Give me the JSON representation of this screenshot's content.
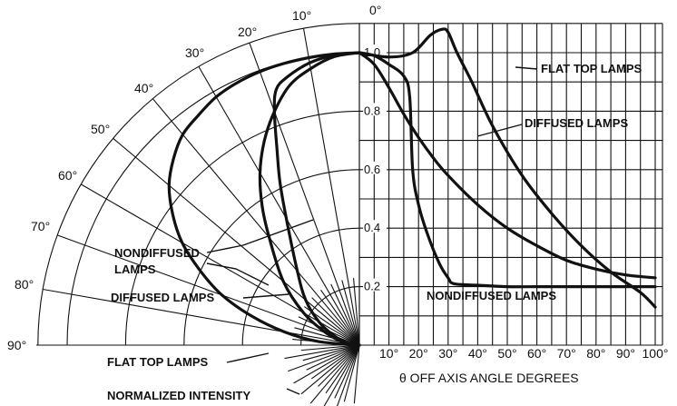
{
  "chart_data": {
    "type": "line",
    "polar_plot": {
      "angle_labels": [
        "0°",
        "10°",
        "20°",
        "30°",
        "40°",
        "50°",
        "60°",
        "70°",
        "80°",
        "90°"
      ],
      "angle_values": [
        0,
        10,
        20,
        30,
        40,
        50,
        60,
        70,
        80,
        90
      ],
      "intensity_labels": [
        "1.0",
        "0.8",
        "0.6",
        "0.4",
        "0.2"
      ],
      "intensity_values": [
        1.0,
        0.8,
        0.6,
        0.4,
        0.2
      ],
      "radial_range": [
        0,
        1.0
      ]
    },
    "cartesian_plot": {
      "xlabel": "θ OFF AXIS ANGLE    DEGREES",
      "x_ticks": [
        "10°",
        "20°",
        "30°",
        "40°",
        "50°",
        "60°",
        "70°",
        "80°",
        "90°",
        "100°"
      ],
      "x_tick_values": [
        10,
        20,
        30,
        40,
        50,
        60,
        70,
        80,
        90,
        100
      ],
      "xlim": [
        0,
        100
      ],
      "ylim": [
        0,
        1.1
      ],
      "grid": true
    },
    "ylabel": "NORMALIZED INTENSITY",
    "series": [
      {
        "name": "FLAT TOP LAMPS",
        "x": [
          0,
          10,
          18,
          24,
          28,
          30,
          33,
          38,
          45,
          55,
          65,
          75,
          85,
          95,
          100
        ],
        "y": [
          1.0,
          0.985,
          1.0,
          1.06,
          1.08,
          1.07,
          1.0,
          0.9,
          0.75,
          0.58,
          0.45,
          0.34,
          0.25,
          0.18,
          0.13
        ]
      },
      {
        "name": "DIFFUSED LAMPS",
        "x": [
          0,
          5,
          10,
          15,
          20,
          25,
          30,
          40,
          50,
          60,
          70,
          80,
          90,
          100
        ],
        "y": [
          1.0,
          0.96,
          0.88,
          0.79,
          0.71,
          0.64,
          0.58,
          0.48,
          0.4,
          0.34,
          0.29,
          0.26,
          0.24,
          0.23
        ]
      },
      {
        "name": "NONDIFFUSED LAMPS",
        "x": [
          0,
          5,
          10,
          15,
          17,
          18,
          20,
          23,
          27,
          30,
          32,
          40,
          50,
          60,
          70,
          80,
          90,
          100
        ],
        "y": [
          1.0,
          0.99,
          0.96,
          0.92,
          0.85,
          0.6,
          0.48,
          0.38,
          0.28,
          0.23,
          0.21,
          0.205,
          0.2,
          0.2,
          0.2,
          0.2,
          0.2,
          0.2
        ]
      }
    ],
    "polar_series": [
      {
        "name": "FLAT TOP LAMPS",
        "theta": [
          0,
          5,
          10,
          15,
          20,
          25,
          30,
          35,
          40,
          45,
          50,
          55,
          60,
          65,
          70,
          75,
          80,
          85,
          90
        ],
        "r": [
          1.0,
          0.999,
          0.998,
          0.997,
          0.995,
          0.99,
          0.98,
          0.96,
          0.94,
          0.9,
          0.85,
          0.78,
          0.7,
          0.6,
          0.5,
          0.38,
          0.26,
          0.14,
          0.0
        ]
      },
      {
        "name": "DIFFUSED LAMPS",
        "theta": [
          0,
          5,
          10,
          15,
          20,
          25,
          30,
          35,
          40,
          50,
          60,
          70,
          80,
          90
        ],
        "r": [
          1.0,
          0.99,
          0.96,
          0.92,
          0.85,
          0.77,
          0.68,
          0.58,
          0.48,
          0.34,
          0.22,
          0.12,
          0.05,
          0.0
        ]
      },
      {
        "name": "NONDIFFUSED LAMPS",
        "theta": [
          0,
          5,
          10,
          15,
          18,
          20,
          23,
          26,
          30,
          40,
          50,
          60,
          70,
          80,
          90
        ],
        "r": [
          1.0,
          0.995,
          0.98,
          0.95,
          0.92,
          0.85,
          0.72,
          0.62,
          0.5,
          0.33,
          0.24,
          0.16,
          0.09,
          0.04,
          0.0
        ]
      }
    ],
    "annotations": {
      "flat_top_right": "FLAT TOP LAMPS",
      "diffused_right": "DIFFUSED LAMPS",
      "nondiffused_right": "NONDIFFUSED LAMPS",
      "nondiffused_left_line1": "NONDIFFUSED",
      "nondiffused_left_line2": "LAMPS",
      "diffused_left": "DIFFUSED LAMPS",
      "flat_top_left": "FLAT TOP LAMPS"
    }
  }
}
